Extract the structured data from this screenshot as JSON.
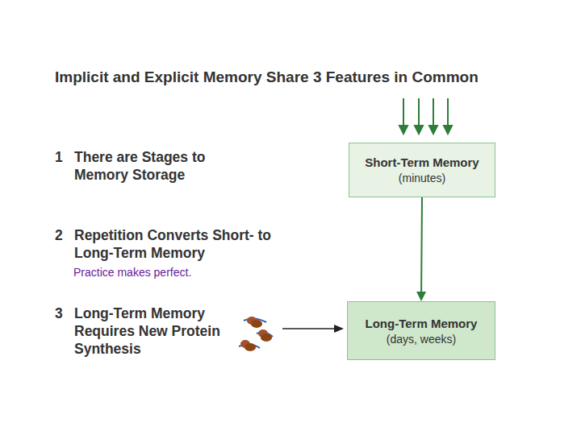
{
  "diagram": {
    "title": "Implicit and Explicit Memory Share 3 Features in Common",
    "nodes": [
      {
        "text": [
          "Short-Term Memory",
          "(minutes)"
        ]
      },
      {
        "text": [
          "Long-Term Memory",
          "(days, weeks)"
        ]
      }
    ],
    "edges": [
      {
        "from": 0,
        "to": 1,
        "arrow": "to"
      }
    ],
    "labels": [
      "1",
      "There are Stages to Memory Storage",
      "2",
      "Repetition Converts Short- to Long-Term Memory",
      "Practice makes perfect.",
      "3",
      "Long-Term Memory Requires New Protein Synthesis"
    ]
  }
}
